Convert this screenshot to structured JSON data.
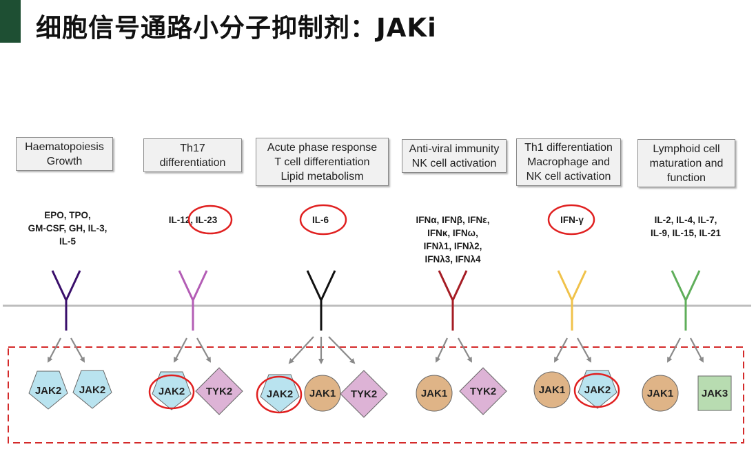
{
  "title": "细胞信号通路小分子抑制剂：JAKi",
  "functions": [
    {
      "lines": [
        "Haematopoiesis",
        "Growth"
      ]
    },
    {
      "lines": [
        "Th17",
        "differentiation"
      ]
    },
    {
      "lines": [
        "Acute phase response",
        "T cell differentiation",
        "Lipid metabolism"
      ]
    },
    {
      "lines": [
        "Anti-viral immunity",
        "NK cell activation"
      ]
    },
    {
      "lines": [
        "Th1 differentiation",
        "Macrophage and",
        "NK cell activation"
      ]
    },
    {
      "lines": [
        "Lymphoid cell",
        "maturation and",
        "function"
      ]
    }
  ],
  "ligands": [
    {
      "lines": [
        "EPO, TPO,",
        "GM-CSF, GH, IL-3,",
        "IL-5"
      ]
    },
    {
      "lines": [
        "IL-12, IL-23"
      ]
    },
    {
      "lines": [
        "IL-6"
      ]
    },
    {
      "lines": [
        "IFNα, IFNβ, IFNε,",
        "IFNκ, IFNω,",
        "IFNλ1, IFNλ2,",
        "IFNλ3, IFNλ4"
      ]
    },
    {
      "lines": [
        "IFN-γ"
      ]
    },
    {
      "lines": [
        "IL-2, IL-4, IL-7,",
        "IL-9, IL-15, IL-21"
      ]
    }
  ],
  "receptor_colors": [
    "#3a0f6b",
    "#b35db5",
    "#111111",
    "#a51c24",
    "#f0c24a",
    "#5fae5a"
  ],
  "kinases": [
    {
      "label": "JAK2",
      "shape": "pentagon"
    },
    {
      "label": "JAK2",
      "shape": "pentagon"
    },
    {
      "label": "JAK2",
      "shape": "pentagon"
    },
    {
      "label": "TYK2",
      "shape": "diamond"
    },
    {
      "label": "JAK2",
      "shape": "pentagon"
    },
    {
      "label": "JAK1",
      "shape": "circle"
    },
    {
      "label": "TYK2",
      "shape": "diamond"
    },
    {
      "label": "JAK1",
      "shape": "circle"
    },
    {
      "label": "TYK2",
      "shape": "diamond"
    },
    {
      "label": "JAK1",
      "shape": "circle"
    },
    {
      "label": "JAK2",
      "shape": "pentagon"
    },
    {
      "label": "JAK1",
      "shape": "circle"
    },
    {
      "label": "JAK3",
      "shape": "square"
    }
  ],
  "colors": {
    "jak2": "#b9e3ef",
    "tyk2": "#ddb3d6",
    "jak1": "#dfb487",
    "jak3": "#b8dcb1",
    "highlight": "#e02020",
    "membrane": "#bdbdbd",
    "arrow": "#8a8a8a"
  }
}
